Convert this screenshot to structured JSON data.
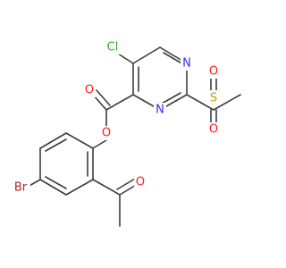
{
  "structure": {
    "atoms": [
      {
        "symbol": "Cl",
        "color": "#27b023"
      },
      {
        "symbol": "N",
        "color": "#2d2dff"
      },
      {
        "symbol": "N",
        "color": "#2d2dff"
      },
      {
        "symbol": "O",
        "color": "#ff1a1a"
      },
      {
        "symbol": "O",
        "color": "#ff1a1a"
      },
      {
        "symbol": "S",
        "color": "#c8a000"
      },
      {
        "symbol": "O",
        "color": "#ff1a1a"
      },
      {
        "symbol": "O",
        "color": "#ff1a1a"
      },
      {
        "symbol": "O",
        "color": "#ff1a1a"
      },
      {
        "symbol": "Br",
        "color": "#a52a2a"
      }
    ]
  },
  "bond_color": "#3d3d3d"
}
